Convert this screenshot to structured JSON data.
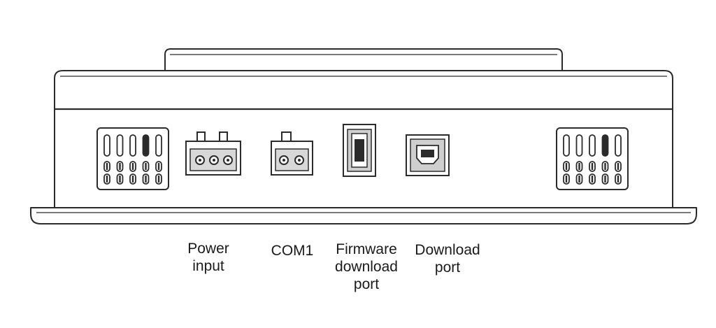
{
  "labels": {
    "power": {
      "line1": "Power",
      "line2": "input"
    },
    "com1": {
      "line1": "COM1"
    },
    "firmware": {
      "line1": "Firmware",
      "line2": "download",
      "line3": "port"
    },
    "download": {
      "line1": "Download",
      "line2": "port"
    }
  },
  "colors": {
    "stroke": "#2b2b2b",
    "background": "#ffffff",
    "connector_fill": "#cfcfcf"
  }
}
